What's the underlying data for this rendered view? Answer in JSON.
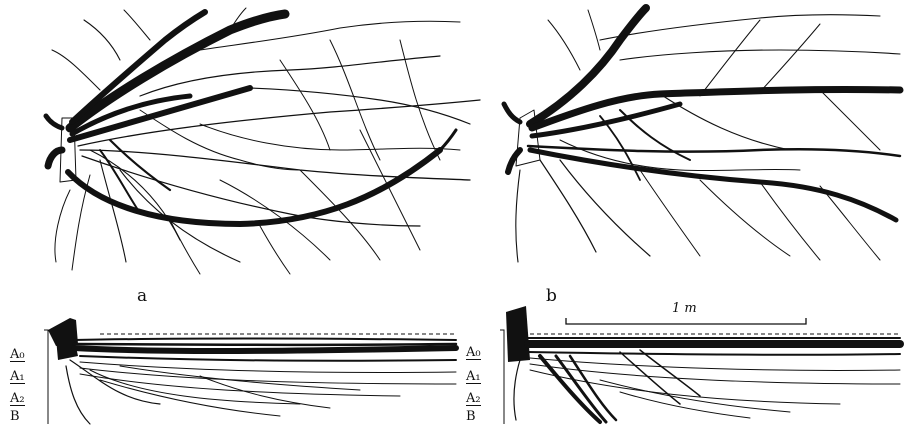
{
  "figures": {
    "a": {
      "label": "a",
      "horizons": [
        "A₀",
        "A₁",
        "A₂",
        "B"
      ]
    },
    "b": {
      "label": "b",
      "horizons": [
        "A₀",
        "A₁",
        "A₂",
        "B"
      ],
      "scale_bar": "1 m"
    }
  },
  "colors": {
    "ink": "#111111",
    "paper": "#ffffff"
  }
}
